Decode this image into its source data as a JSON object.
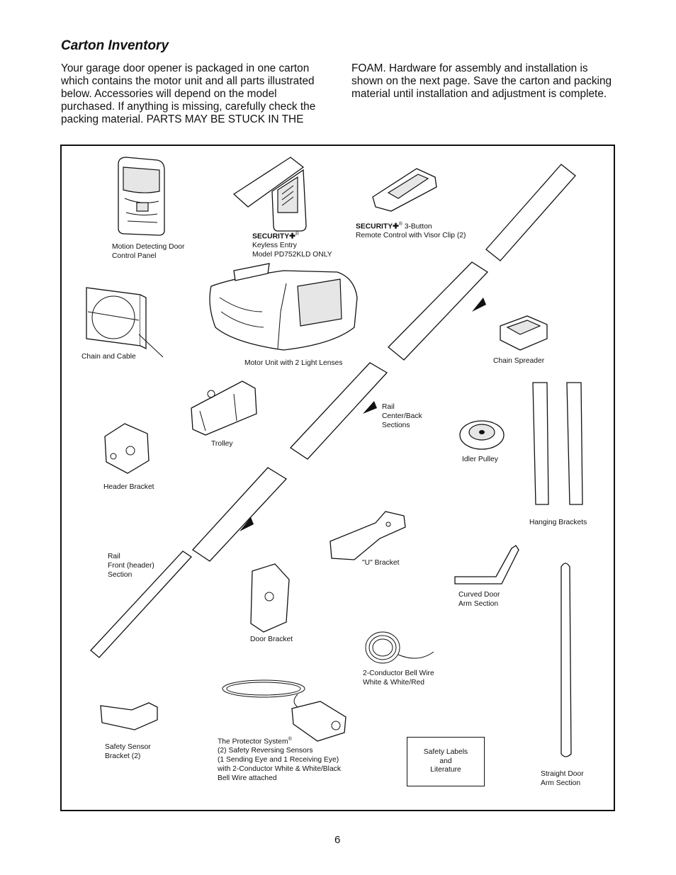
{
  "header": {
    "title": "Carton Inventory"
  },
  "intro": {
    "left": "Your garage door opener is packaged in one carton which contains the motor unit and all parts illustrated below. Accessories will depend on the model purchased. If anything is missing, carefully check the packing material. PARTS MAY BE STUCK IN THE",
    "right": "FOAM. Hardware for assembly and installation is shown on the next page. Save the carton and packing material until installation and adjustment is complete."
  },
  "labels": {
    "control_panel": "Motion Detecting Door\nControl Panel",
    "keyless_brand": "SECURITY✚",
    "keyless_reg": "®",
    "keyless_rest": "Keyless Entry\nModel PD752KLD ONLY",
    "remote_brand": "SECURITY✚",
    "remote_reg": "®",
    "remote_rest1": " 3-Button",
    "remote_rest2": "Remote Control with Visor Clip (2)",
    "chain_cable": "Chain and Cable",
    "motor_unit": "Motor Unit with 2 Light Lenses",
    "chain_spreader": "Chain Spreader",
    "rail_center_back": "Rail\nCenter/Back\nSections",
    "trolley": "Trolley",
    "idler_pulley": "Idler Pulley",
    "header_bracket": "Header Bracket",
    "hanging_brackets": "Hanging Brackets",
    "rail_front": "Rail\nFront (header)\nSection",
    "u_bracket": "\"U\" Bracket",
    "curved_arm": "Curved Door\nArm Section",
    "door_bracket": "Door Bracket",
    "bell_wire": "2-Conductor Bell Wire\nWhite & White/Red",
    "protector_1": "The Protector System",
    "protector_reg": "®",
    "protector_2": "(2) Safety Reversing Sensors\n(1 Sending Eye and 1 Receiving Eye)\nwith 2-Conductor White & White/Black\nBell Wire attached",
    "sensor_bracket": "Safety Sensor\nBracket (2)",
    "safety_labels": "Safety Labels\nand\nLiterature",
    "straight_arm": "Straight Door\nArm Section"
  },
  "footer": {
    "page_number": "6"
  }
}
